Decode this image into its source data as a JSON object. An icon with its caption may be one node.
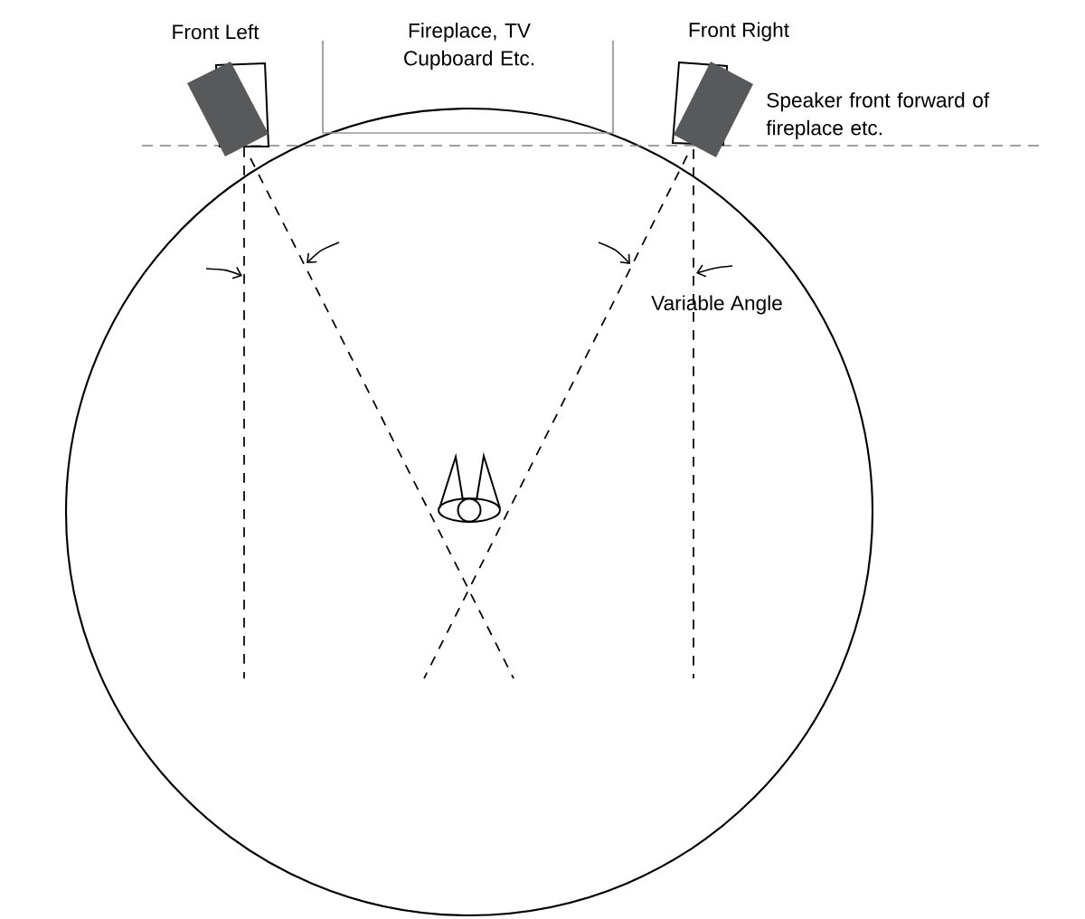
{
  "diagram": {
    "labels": [
      "Front Left",
      "Fireplace, TV Cupboard Etc.",
      "Front Right",
      "Speaker front forward of fireplace etc.",
      "Variable Angle"
    ]
  }
}
